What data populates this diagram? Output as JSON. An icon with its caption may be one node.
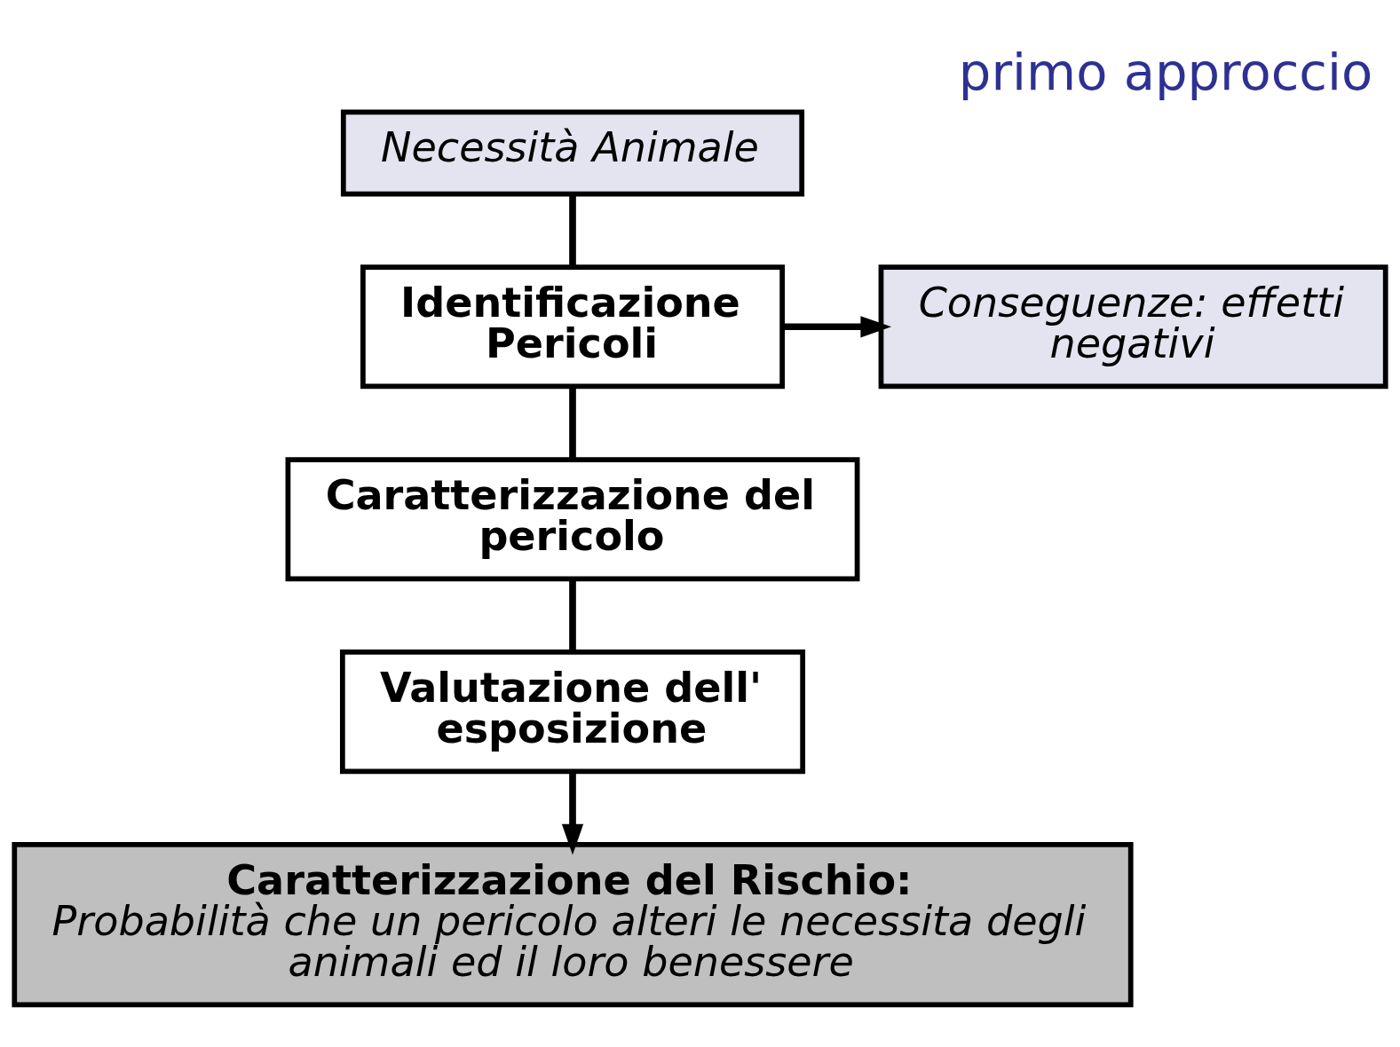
{
  "diagram": {
    "title": "primo approccio",
    "nodes": [
      {
        "text": [
          "Necessità Animale"
        ]
      },
      {
        "text": [
          "Identificazione Pericoli"
        ]
      },
      {
        "text": [
          "Conseguenze: effetti negativi"
        ]
      },
      {
        "text": [
          "Caratterizzazione del pericolo"
        ]
      },
      {
        "text": [
          "Valutazione dell' esposizione"
        ]
      },
      {
        "text": [
          "Caratterizzazione del Rischio:",
          "Probabilità che un pericolo alteri le necessita degli animali ed il loro benessere"
        ]
      }
    ],
    "edges": [
      {
        "from": 0,
        "to": 1,
        "arrow": "none"
      },
      {
        "from": 1,
        "to": 2,
        "arrow": "to"
      },
      {
        "from": 1,
        "to": 3,
        "arrow": "none"
      },
      {
        "from": 3,
        "to": 4,
        "arrow": "none"
      },
      {
        "from": 4,
        "to": 5,
        "arrow": "to"
      }
    ]
  }
}
